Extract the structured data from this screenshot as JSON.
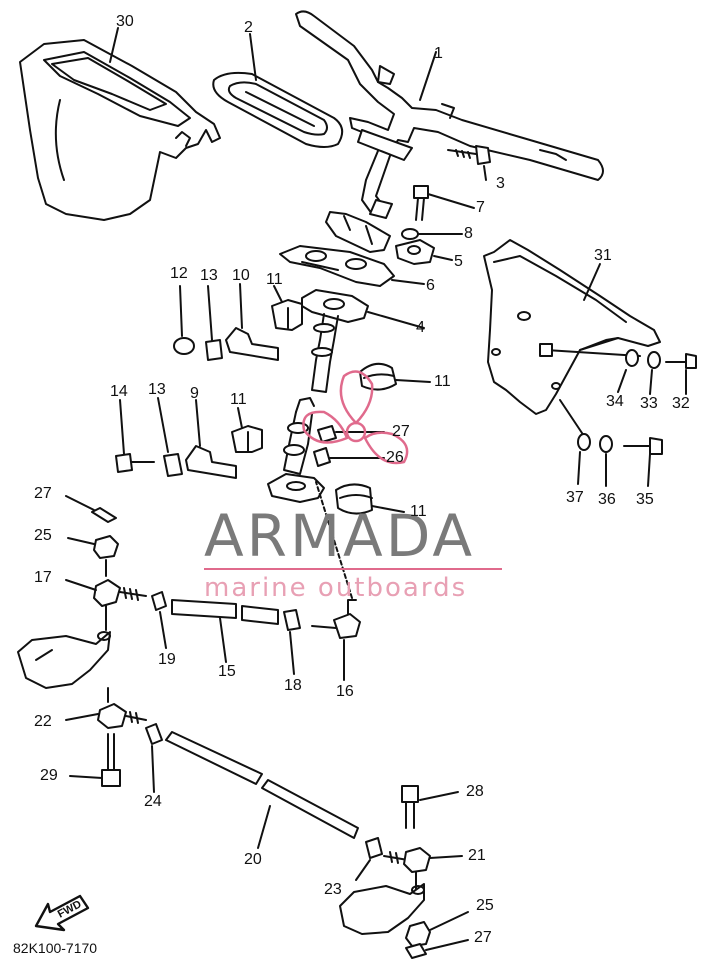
{
  "watermark": {
    "brand": "ARMADA",
    "tagline": "marine outboards",
    "brand_color": "#7a7a7a",
    "tagline_color": "#e8a0b4",
    "logo_color": "#e06a8c",
    "logo_icon": "propeller-icon"
  },
  "diagram_code": "82K100-7170",
  "direction_arrow": "FWD",
  "callouts": [
    {
      "id": "c30",
      "label": "30"
    },
    {
      "id": "c2",
      "label": "2"
    },
    {
      "id": "c1",
      "label": "1"
    },
    {
      "id": "c3",
      "label": "3"
    },
    {
      "id": "c7",
      "label": "7"
    },
    {
      "id": "c8",
      "label": "8"
    },
    {
      "id": "c5",
      "label": "5"
    },
    {
      "id": "c6",
      "label": "6"
    },
    {
      "id": "c31",
      "label": "31"
    },
    {
      "id": "c12",
      "label": "12"
    },
    {
      "id": "c13a",
      "label": "13"
    },
    {
      "id": "c10",
      "label": "10"
    },
    {
      "id": "c11a",
      "label": "11"
    },
    {
      "id": "c4",
      "label": "4"
    },
    {
      "id": "c11b",
      "label": "11"
    },
    {
      "id": "c14",
      "label": "14"
    },
    {
      "id": "c13b",
      "label": "13"
    },
    {
      "id": "c9",
      "label": "9"
    },
    {
      "id": "c11c",
      "label": "11"
    },
    {
      "id": "c27a",
      "label": "27"
    },
    {
      "id": "c26",
      "label": "26"
    },
    {
      "id": "c34",
      "label": "34"
    },
    {
      "id": "c33",
      "label": "33"
    },
    {
      "id": "c32",
      "label": "32"
    },
    {
      "id": "c37",
      "label": "37"
    },
    {
      "id": "c36",
      "label": "36"
    },
    {
      "id": "c35",
      "label": "35"
    },
    {
      "id": "c27b",
      "label": "27"
    },
    {
      "id": "c25a",
      "label": "25"
    },
    {
      "id": "c11d",
      "label": "11"
    },
    {
      "id": "c17",
      "label": "17"
    },
    {
      "id": "c19",
      "label": "19"
    },
    {
      "id": "c15",
      "label": "15"
    },
    {
      "id": "c18",
      "label": "18"
    },
    {
      "id": "c16",
      "label": "16"
    },
    {
      "id": "c22",
      "label": "22"
    },
    {
      "id": "c29",
      "label": "29"
    },
    {
      "id": "c24",
      "label": "24"
    },
    {
      "id": "c28",
      "label": "28"
    },
    {
      "id": "c20",
      "label": "20"
    },
    {
      "id": "c21",
      "label": "21"
    },
    {
      "id": "c23",
      "label": "23"
    },
    {
      "id": "c25b",
      "label": "25"
    },
    {
      "id": "c27c",
      "label": "27"
    }
  ]
}
